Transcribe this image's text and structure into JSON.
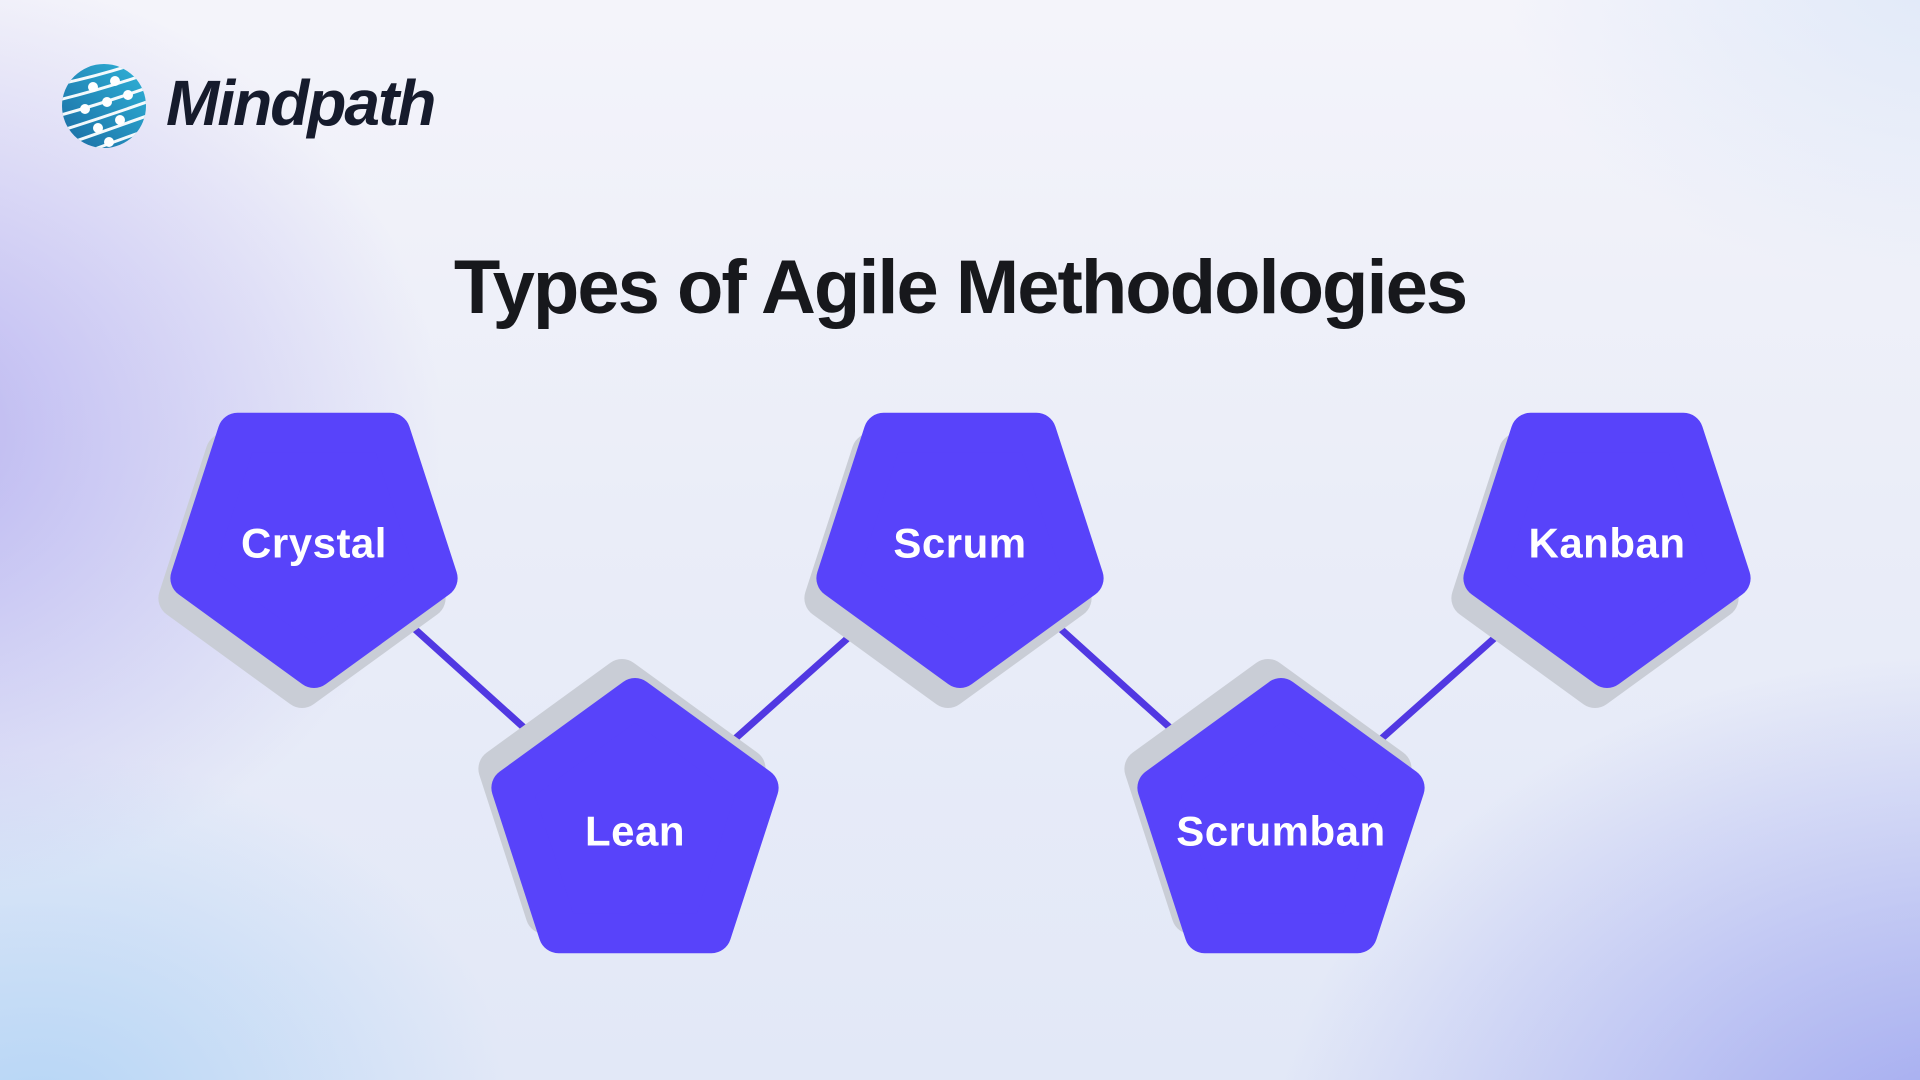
{
  "brand": {
    "name": "Mindpath",
    "logo_icon": "circuit-globe-icon"
  },
  "title": "Types of Agile Methodologies",
  "diagram": {
    "type": "zigzag-pentagon-flow",
    "nodes": [
      {
        "label": "Crystal",
        "orientation": "point-down"
      },
      {
        "label": "Lean",
        "orientation": "point-up"
      },
      {
        "label": "Scrum",
        "orientation": "point-down"
      },
      {
        "label": "Scrumban",
        "orientation": "point-up"
      },
      {
        "label": "Kanban",
        "orientation": "point-down"
      }
    ],
    "connections": [
      {
        "from": "Crystal",
        "to": "Lean"
      },
      {
        "from": "Lean",
        "to": "Scrum"
      },
      {
        "from": "Scrum",
        "to": "Scrumban"
      },
      {
        "from": "Scrumban",
        "to": "Kanban"
      }
    ],
    "colors": {
      "pentagon": "#5843FA",
      "connector": "#5138E2",
      "shadow": "#C9CDD6",
      "label": "#FFFFFF",
      "title": "#17181C",
      "logo_text": "#161B2C",
      "globe_dark": "#1B6CA3",
      "globe_light": "#2FB3D8"
    }
  }
}
